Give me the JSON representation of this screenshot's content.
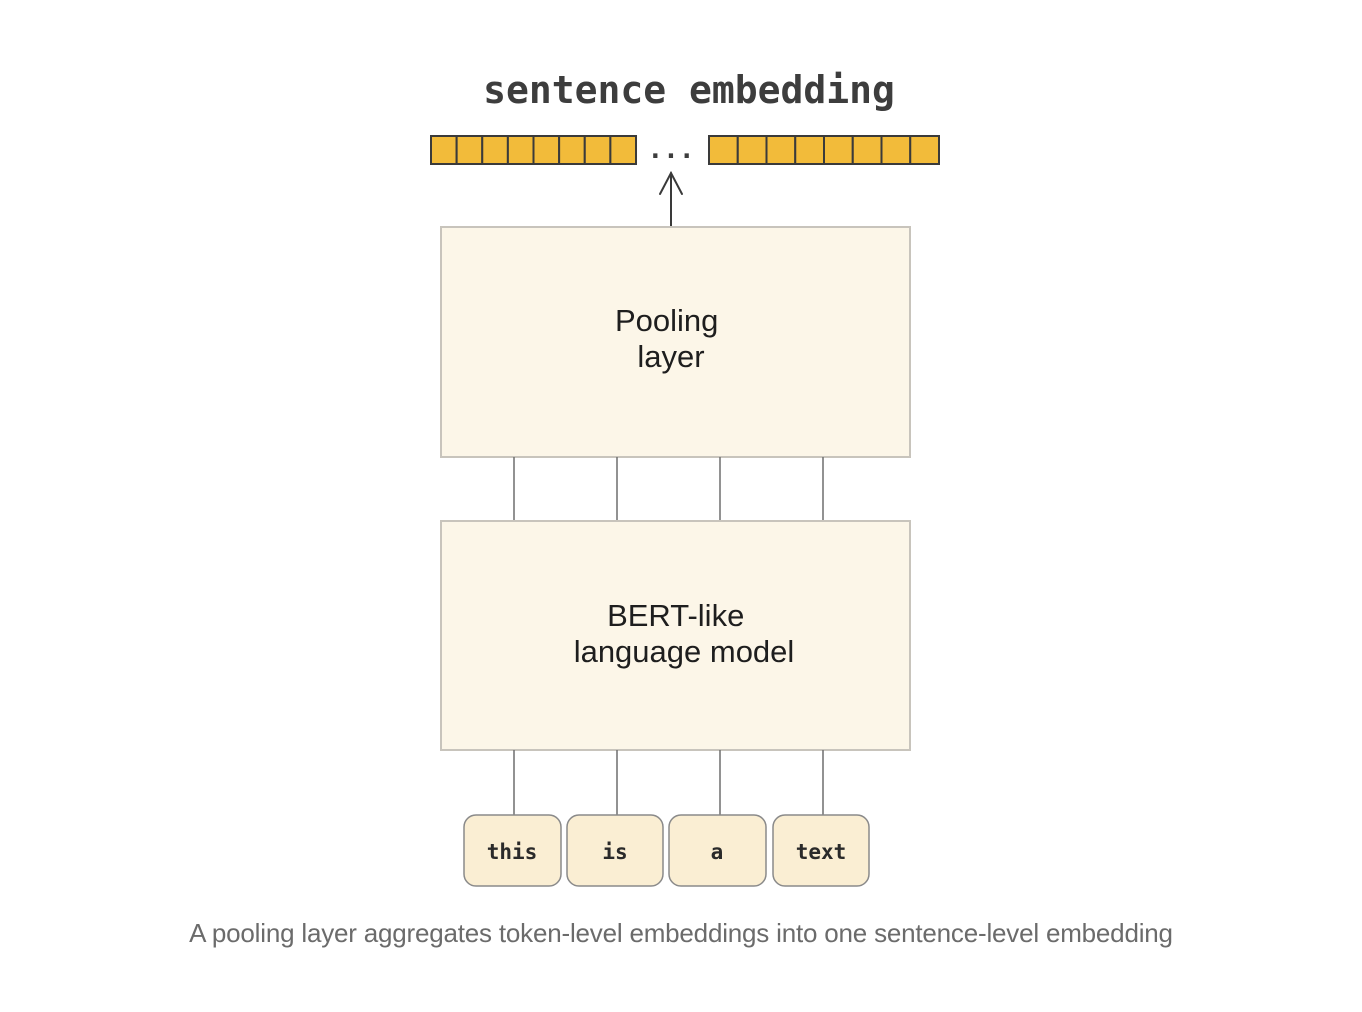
{
  "diagram": {
    "title": "sentence embedding",
    "ellipsis": "...",
    "pooling_box": {
      "line1": "Pooling",
      "line2": "layer"
    },
    "model_box": {
      "line1": "BERT-like",
      "line2": "language model"
    },
    "tokens": [
      "this",
      "is",
      "a",
      "text"
    ],
    "embedding_cells_per_group": 8
  },
  "caption": "A pooling layer aggregates token-level embeddings into one sentence-level embedding",
  "colors": {
    "box_fill": "#fcf6e8",
    "box_stroke": "#c8c4bc",
    "token_fill": "#faeed3",
    "embedding_cell": "#f2bb3a",
    "stroke_dark": "#3a3a3a",
    "caption_text": "#6b6b6b"
  }
}
